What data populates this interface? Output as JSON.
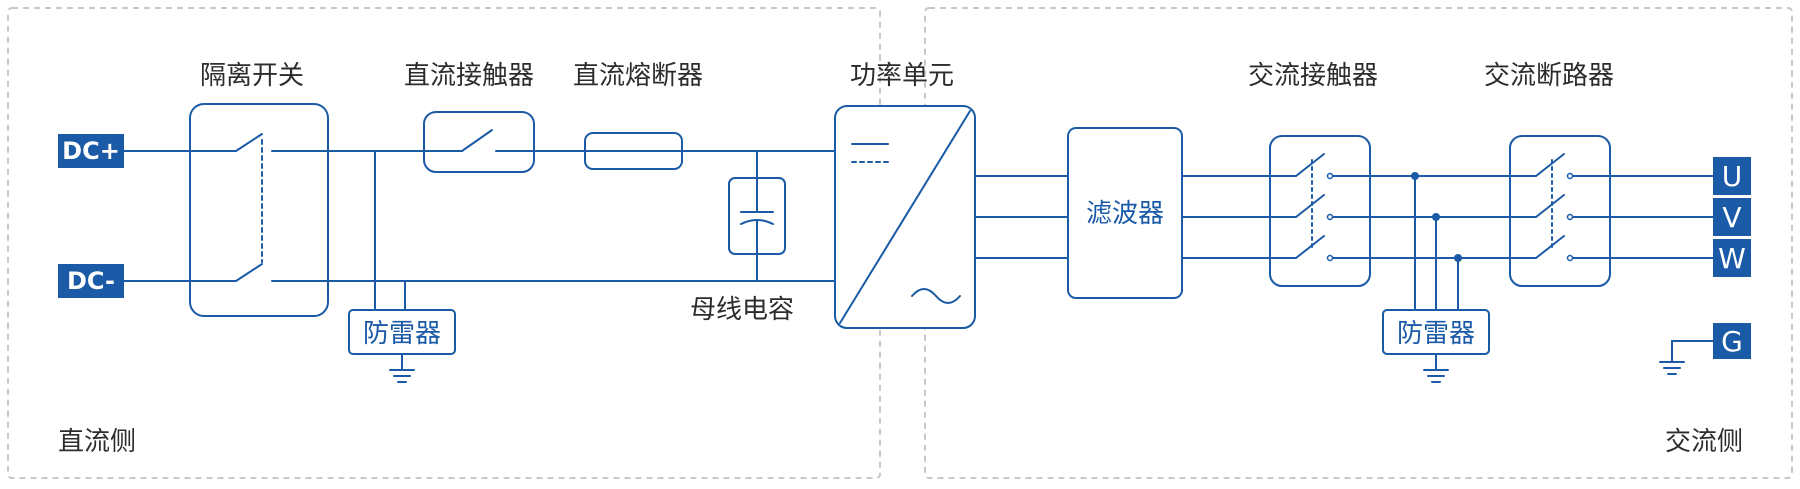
{
  "regions": {
    "dc_side": "直流侧",
    "ac_side": "交流侧"
  },
  "labels": {
    "isolation_switch": "隔离开关",
    "dc_contactor": "直流接触器",
    "dc_fuse": "直流熔断器",
    "power_unit": "功率单元",
    "bus_capacitor": "母线电容",
    "filter": "滤波器",
    "ac_contactor": "交流接触器",
    "ac_breaker": "交流断路器",
    "dc_surge_arrester": "防雷器",
    "ac_surge_arrester": "防雷器"
  },
  "terminals": {
    "dc_plus": "DC+",
    "dc_minus": "DC-",
    "u": "U",
    "v": "V",
    "w": "W",
    "g": "G"
  },
  "colors": {
    "line": "#1a5aa6",
    "terminal_fill": "#1a5aa6",
    "region_border": "#c8c8c8",
    "label_text": "#2c2c2c"
  },
  "icons": {
    "isolation_switch": "double-switch-icon",
    "dc_contactor": "switch-icon",
    "dc_fuse": "fuse-icon",
    "bus_capacitor": "capacitor-icon",
    "power_unit": "dc-ac-converter-icon",
    "ground": "ground-icon"
  }
}
